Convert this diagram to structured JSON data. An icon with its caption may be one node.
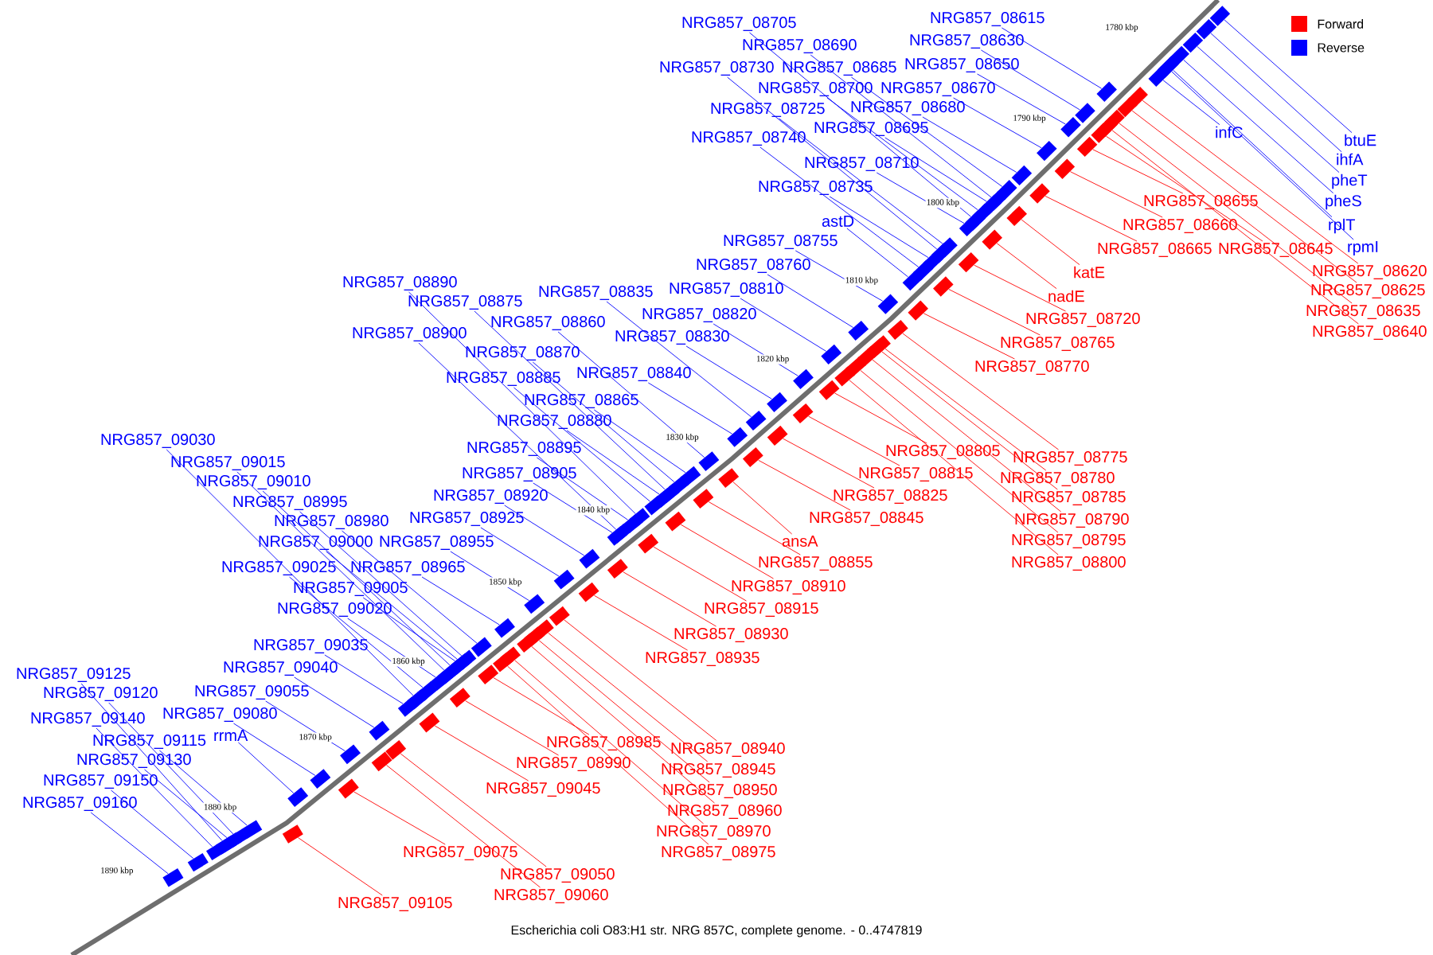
{
  "diagram": {
    "caption": "Escherichia coli O83:H1 str. NRG 857C, complete genome. - 0..4747819",
    "nodes": [
      {
        "text": [
          "NRG857_08615"
        ]
      },
      {
        "text": [
          "NRG857_08705"
        ]
      },
      {
        "text": [
          "NRG857_08690"
        ]
      },
      {
        "text": [
          "NRG857_08630"
        ]
      },
      {
        "text": [
          "NRG857_08730"
        ]
      },
      {
        "text": [
          "NRG857_08685"
        ]
      },
      {
        "text": [
          "NRG857_08650"
        ]
      },
      {
        "text": [
          "NRG857_08700"
        ]
      },
      {
        "text": [
          "NRG857_08670"
        ]
      },
      {
        "text": [
          "NRG857_08725"
        ]
      },
      {
        "text": [
          "NRG857_08680"
        ]
      },
      {
        "text": [
          "NRG857_08695"
        ]
      },
      {
        "text": [
          "NRG857_08740"
        ]
      },
      {
        "text": [
          "NRG857_08710"
        ]
      },
      {
        "text": [
          "NRG857_08735"
        ]
      },
      {
        "text": [
          "astD"
        ]
      },
      {
        "text": [
          "NRG857_08755"
        ]
      },
      {
        "text": [
          "NRG857_08760"
        ]
      },
      {
        "text": [
          "NRG857_08890"
        ]
      },
      {
        "text": [
          "NRG857_08810"
        ]
      },
      {
        "text": [
          "NRG857_08835"
        ]
      },
      {
        "text": [
          "NRG857_08875"
        ]
      },
      {
        "text": [
          "NRG857_08820"
        ]
      },
      {
        "text": [
          "NRG857_08860"
        ]
      },
      {
        "text": [
          "NRG857_08900"
        ]
      },
      {
        "text": [
          "NRG857_08830"
        ]
      },
      {
        "text": [
          "NRG857_08870"
        ]
      },
      {
        "text": [
          "NRG857_08840"
        ]
      },
      {
        "text": [
          "NRG857_08885"
        ]
      },
      {
        "text": [
          "NRG857_08865"
        ]
      },
      {
        "text": [
          "NRG857_08880"
        ]
      },
      {
        "text": [
          "NRG857_08895"
        ]
      },
      {
        "text": [
          "NRG857_08905"
        ]
      },
      {
        "text": [
          "NRG857_08920"
        ]
      },
      {
        "text": [
          "NRG857_08925"
        ]
      },
      {
        "text": [
          "NRG857_09030"
        ]
      },
      {
        "text": [
          "NRG857_09015"
        ]
      },
      {
        "text": [
          "NRG857_09010"
        ]
      },
      {
        "text": [
          "NRG857_08995"
        ]
      },
      {
        "text": [
          "NRG857_08980"
        ]
      },
      {
        "text": [
          "NRG857_09000"
        ]
      },
      {
        "text": [
          "NRG857_08955"
        ]
      },
      {
        "text": [
          "NRG857_09025"
        ]
      },
      {
        "text": [
          "NRG857_08965"
        ]
      },
      {
        "text": [
          "NRG857_09005"
        ]
      },
      {
        "text": [
          "NRG857_09020"
        ]
      },
      {
        "text": [
          "NRG857_09035"
        ]
      },
      {
        "text": [
          "NRG857_09040"
        ]
      },
      {
        "text": [
          "NRG857_09125"
        ]
      },
      {
        "text": [
          "NRG857_09120"
        ]
      },
      {
        "text": [
          "NRG857_09055"
        ]
      },
      {
        "text": [
          "NRG857_09140"
        ]
      },
      {
        "text": [
          "NRG857_09080"
        ]
      },
      {
        "text": [
          "rrmA"
        ]
      },
      {
        "text": [
          "NRG857_09115"
        ]
      },
      {
        "text": [
          "NRG857_09130"
        ]
      },
      {
        "text": [
          "NRG857_09150"
        ]
      },
      {
        "text": [
          "NRG857_09160"
        ]
      },
      {
        "text": [
          "infC"
        ]
      },
      {
        "text": [
          "btuE"
        ]
      },
      {
        "text": [
          "ihfA"
        ]
      },
      {
        "text": [
          "pheT"
        ]
      },
      {
        "text": [
          "pheS"
        ]
      },
      {
        "text": [
          "rplT"
        ]
      },
      {
        "text": [
          "rpmI"
        ]
      },
      {
        "text": [
          "NRG857_08655"
        ]
      },
      {
        "text": [
          "NRG857_08660"
        ]
      },
      {
        "text": [
          "NRG857_08665"
        ]
      },
      {
        "text": [
          "NRG857_08645"
        ]
      },
      {
        "text": [
          "katE"
        ]
      },
      {
        "text": [
          "NRG857_08620"
        ]
      },
      {
        "text": [
          "nadE"
        ]
      },
      {
        "text": [
          "NRG857_08625"
        ]
      },
      {
        "text": [
          "NRG857_08635"
        ]
      },
      {
        "text": [
          "NRG857_08720"
        ]
      },
      {
        "text": [
          "NRG857_08640"
        ]
      },
      {
        "text": [
          "NRG857_08765"
        ]
      },
      {
        "text": [
          "NRG857_08770"
        ]
      },
      {
        "text": [
          "NRG857_08805"
        ]
      },
      {
        "text": [
          "NRG857_08775"
        ]
      },
      {
        "text": [
          "NRG857_08815"
        ]
      },
      {
        "text": [
          "NRG857_08780"
        ]
      },
      {
        "text": [
          "NRG857_08825"
        ]
      },
      {
        "text": [
          "NRG857_08785"
        ]
      },
      {
        "text": [
          "NRG857_08845"
        ]
      },
      {
        "text": [
          "NRG857_08790"
        ]
      },
      {
        "text": [
          "ansA"
        ]
      },
      {
        "text": [
          "NRG857_08795"
        ]
      },
      {
        "text": [
          "NRG857_08855"
        ]
      },
      {
        "text": [
          "NRG857_08800"
        ]
      },
      {
        "text": [
          "NRG857_08910"
        ]
      },
      {
        "text": [
          "NRG857_08915"
        ]
      },
      {
        "text": [
          "NRG857_08930"
        ]
      },
      {
        "text": [
          "NRG857_08935"
        ]
      },
      {
        "text": [
          "NRG857_08985"
        ]
      },
      {
        "text": [
          "NRG857_08940"
        ]
      },
      {
        "text": [
          "NRG857_08990"
        ]
      },
      {
        "text": [
          "NRG857_08945"
        ]
      },
      {
        "text": [
          "NRG857_09045"
        ]
      },
      {
        "text": [
          "NRG857_08950"
        ]
      },
      {
        "text": [
          "NRG857_08960"
        ]
      },
      {
        "text": [
          "NRG857_08970"
        ]
      },
      {
        "text": [
          "NRG857_08975"
        ]
      },
      {
        "text": [
          "NRG857_09075"
        ]
      },
      {
        "text": [
          "NRG857_09050"
        ]
      },
      {
        "text": [
          "NRG857_09060"
        ]
      },
      {
        "text": [
          "NRG857_09105"
        ]
      },
      {
        "text": [],
        "shape": "box"
      },
      {
        "text": [],
        "shape": "box"
      },
      {
        "text": [],
        "shape": "box"
      },
      {
        "text": [],
        "shape": "box"
      },
      {
        "text": [],
        "shape": "box"
      },
      {
        "text": [],
        "shape": "box"
      },
      {
        "text": [],
        "shape": "box"
      },
      {
        "text": [],
        "shape": "box"
      },
      {
        "text": [],
        "shape": "box"
      },
      {
        "text": [],
        "shape": "box"
      },
      {
        "text": [],
        "shape": "box"
      },
      {
        "text": [],
        "shape": "box"
      },
      {
        "text": [],
        "shape": "box"
      },
      {
        "text": [],
        "shape": "box"
      },
      {
        "text": [],
        "shape": "box"
      },
      {
        "text": [],
        "shape": "box"
      },
      {
        "text": [],
        "shape": "box"
      },
      {
        "text": [],
        "shape": "box"
      },
      {
        "text": [],
        "shape": "box"
      },
      {
        "text": [],
        "shape": "box"
      },
      {
        "text": [],
        "shape": "box"
      },
      {
        "text": [],
        "shape": "box"
      },
      {
        "text": [],
        "shape": "box"
      },
      {
        "text": [],
        "shape": "box"
      },
      {
        "text": [],
        "shape": "box"
      },
      {
        "text": [],
        "shape": "box"
      },
      {
        "text": [],
        "shape": "box"
      },
      {
        "text": [],
        "shape": "box"
      },
      {
        "text": [],
        "shape": "box"
      },
      {
        "text": [],
        "shape": "box"
      },
      {
        "text": [],
        "shape": "box"
      },
      {
        "text": [],
        "shape": "box"
      },
      {
        "text": [],
        "shape": "box"
      },
      {
        "text": [],
        "shape": "box"
      },
      {
        "text": [],
        "shape": "box"
      },
      {
        "text": [],
        "shape": "box"
      },
      {
        "text": [],
        "shape": "box"
      },
      {
        "text": [],
        "shape": "box"
      },
      {
        "text": [],
        "shape": "box"
      },
      {
        "text": [],
        "shape": "box"
      },
      {
        "text": [],
        "shape": "box"
      },
      {
        "text": [],
        "shape": "box"
      },
      {
        "text": [],
        "shape": "box"
      },
      {
        "text": [],
        "shape": "box"
      },
      {
        "text": [],
        "shape": "box"
      },
      {
        "text": [],
        "shape": "box"
      },
      {
        "text": [],
        "shape": "box"
      },
      {
        "text": [],
        "shape": "box"
      },
      {
        "text": [],
        "shape": "box"
      },
      {
        "text": [],
        "shape": "box"
      },
      {
        "text": [],
        "shape": "box"
      },
      {
        "text": [],
        "shape": "box"
      },
      {
        "text": [],
        "shape": "box"
      },
      {
        "text": [],
        "shape": "box"
      },
      {
        "text": [],
        "shape": "box"
      },
      {
        "text": [],
        "shape": "box"
      },
      {
        "text": [],
        "shape": "box"
      },
      {
        "text": [],
        "shape": "box"
      },
      {
        "text": [],
        "shape": "box"
      },
      {
        "text": [],
        "shape": "box"
      },
      {
        "text": [],
        "shape": "box"
      },
      {
        "text": [],
        "shape": "box"
      },
      {
        "text": [],
        "shape": "box"
      },
      {
        "text": [],
        "shape": "box"
      },
      {
        "text": [],
        "shape": "box"
      },
      {
        "text": [],
        "shape": "box"
      },
      {
        "text": [],
        "shape": "box"
      },
      {
        "text": [],
        "shape": "box"
      },
      {
        "text": [],
        "shape": "box"
      },
      {
        "text": [],
        "shape": "box"
      },
      {
        "text": [],
        "shape": "box"
      },
      {
        "text": [],
        "shape": "box"
      },
      {
        "text": [],
        "shape": "box"
      },
      {
        "text": [],
        "shape": "box"
      },
      {
        "text": [],
        "shape": "box"
      },
      {
        "text": [],
        "shape": "box"
      },
      {
        "text": [],
        "shape": "box"
      },
      {
        "text": [],
        "shape": "box"
      },
      {
        "text": [],
        "shape": "box"
      },
      {
        "text": [],
        "shape": "box"
      },
      {
        "text": [],
        "shape": "box"
      },
      {
        "text": [],
        "shape": "box"
      },
      {
        "text": [],
        "shape": "box"
      },
      {
        "text": [],
        "shape": "box"
      },
      {
        "text": [],
        "shape": "box"
      },
      {
        "text": [],
        "shape": "box"
      },
      {
        "text": [],
        "shape": "box"
      },
      {
        "text": [],
        "shape": "box"
      },
      {
        "text": [],
        "shape": "box"
      },
      {
        "text": [],
        "shape": "box"
      },
      {
        "text": [],
        "shape": "box"
      },
      {
        "text": [],
        "shape": "box"
      },
      {
        "text": [],
        "shape": "box"
      },
      {
        "text": [],
        "shape": "box"
      },
      {
        "text": [],
        "shape": "box"
      },
      {
        "text": [],
        "shape": "box"
      },
      {
        "text": [],
        "shape": "box"
      },
      {
        "text": [],
        "shape": "box"
      },
      {
        "text": [],
        "shape": "box"
      },
      {
        "text": [],
        "shape": "box"
      },
      {
        "text": [],
        "shape": "box"
      },
      {
        "text": [],
        "shape": "box"
      },
      {
        "text": [],
        "shape": "box"
      },
      {
        "text": [],
        "shape": "box"
      },
      {
        "text": [],
        "shape": "box"
      },
      {
        "text": [],
        "shape": "box"
      },
      {
        "text": [],
        "shape": "box"
      }
    ],
    "edges": [
      {
        "from": 0,
        "to": 107,
        "arrow": "none"
      },
      {
        "from": 1,
        "to": 108,
        "arrow": "none"
      },
      {
        "from": 2,
        "to": 109,
        "arrow": "none"
      },
      {
        "from": 3,
        "to": 110,
        "arrow": "none"
      },
      {
        "from": 4,
        "to": 111,
        "arrow": "none"
      },
      {
        "from": 5,
        "to": 112,
        "arrow": "none"
      },
      {
        "from": 6,
        "to": 113,
        "arrow": "none"
      },
      {
        "from": 7,
        "to": 114,
        "arrow": "none"
      },
      {
        "from": 8,
        "to": 115,
        "arrow": "none"
      },
      {
        "from": 9,
        "to": 116,
        "arrow": "none"
      },
      {
        "from": 10,
        "to": 117,
        "arrow": "none"
      },
      {
        "from": 11,
        "to": 118,
        "arrow": "none"
      },
      {
        "from": 12,
        "to": 119,
        "arrow": "none"
      },
      {
        "from": 13,
        "to": 120,
        "arrow": "none"
      },
      {
        "from": 14,
        "to": 121,
        "arrow": "none"
      },
      {
        "from": 15,
        "to": 122,
        "arrow": "none"
      },
      {
        "from": 16,
        "to": 123,
        "arrow": "none"
      },
      {
        "from": 17,
        "to": 124,
        "arrow": "none"
      },
      {
        "from": 18,
        "to": 125,
        "arrow": "none"
      },
      {
        "from": 19,
        "to": 126,
        "arrow": "none"
      },
      {
        "from": 20,
        "to": 127,
        "arrow": "none"
      },
      {
        "from": 21,
        "to": 128,
        "arrow": "none"
      },
      {
        "from": 22,
        "to": 129,
        "arrow": "none"
      },
      {
        "from": 23,
        "to": 130,
        "arrow": "none"
      },
      {
        "from": 24,
        "to": 131,
        "arrow": "none"
      },
      {
        "from": 25,
        "to": 132,
        "arrow": "none"
      },
      {
        "from": 26,
        "to": 133,
        "arrow": "none"
      },
      {
        "from": 27,
        "to": 134,
        "arrow": "none"
      },
      {
        "from": 28,
        "to": 135,
        "arrow": "none"
      },
      {
        "from": 29,
        "to": 136,
        "arrow": "none"
      },
      {
        "from": 30,
        "to": 137,
        "arrow": "none"
      },
      {
        "from": 31,
        "to": 138,
        "arrow": "none"
      },
      {
        "from": 32,
        "to": 139,
        "arrow": "none"
      },
      {
        "from": 33,
        "to": 140,
        "arrow": "none"
      },
      {
        "from": 34,
        "to": 141,
        "arrow": "none"
      },
      {
        "from": 35,
        "to": 142,
        "arrow": "none"
      },
      {
        "from": 36,
        "to": 143,
        "arrow": "none"
      },
      {
        "from": 37,
        "to": 144,
        "arrow": "none"
      },
      {
        "from": 38,
        "to": 145,
        "arrow": "none"
      },
      {
        "from": 39,
        "to": 146,
        "arrow": "none"
      },
      {
        "from": 40,
        "to": 147,
        "arrow": "none"
      },
      {
        "from": 41,
        "to": 148,
        "arrow": "none"
      },
      {
        "from": 42,
        "to": 149,
        "arrow": "none"
      },
      {
        "from": 43,
        "to": 150,
        "arrow": "none"
      },
      {
        "from": 44,
        "to": 151,
        "arrow": "none"
      },
      {
        "from": 45,
        "to": 152,
        "arrow": "none"
      },
      {
        "from": 46,
        "to": 153,
        "arrow": "none"
      },
      {
        "from": 47,
        "to": 154,
        "arrow": "none"
      },
      {
        "from": 48,
        "to": 155,
        "arrow": "none"
      },
      {
        "from": 49,
        "to": 156,
        "arrow": "none"
      },
      {
        "from": 50,
        "to": 157,
        "arrow": "none"
      },
      {
        "from": 51,
        "to": 158,
        "arrow": "none"
      },
      {
        "from": 52,
        "to": 159,
        "arrow": "none"
      },
      {
        "from": 53,
        "to": 160,
        "arrow": "none"
      },
      {
        "from": 54,
        "to": 161,
        "arrow": "none"
      },
      {
        "from": 55,
        "to": 162,
        "arrow": "none"
      },
      {
        "from": 56,
        "to": 163,
        "arrow": "none"
      },
      {
        "from": 57,
        "to": 164,
        "arrow": "none"
      },
      {
        "from": 58,
        "to": 165,
        "arrow": "none"
      },
      {
        "from": 59,
        "to": 166,
        "arrow": "none"
      },
      {
        "from": 60,
        "to": 167,
        "arrow": "none"
      },
      {
        "from": 61,
        "to": 168,
        "arrow": "none"
      },
      {
        "from": 62,
        "to": 169,
        "arrow": "none"
      },
      {
        "from": 63,
        "to": 170,
        "arrow": "none"
      },
      {
        "from": 64,
        "to": 171,
        "arrow": "none"
      },
      {
        "from": 65,
        "to": 172,
        "arrow": "none",
        "color": "#ff0000"
      },
      {
        "from": 66,
        "to": 173,
        "arrow": "none",
        "color": "#ff0000"
      },
      {
        "from": 67,
        "to": 174,
        "arrow": "none",
        "color": "#ff0000"
      },
      {
        "from": 68,
        "to": 175,
        "arrow": "none",
        "color": "#ff0000"
      },
      {
        "from": 69,
        "to": 176,
        "arrow": "none",
        "color": "#ff0000"
      },
      {
        "from": 70,
        "to": 177,
        "arrow": "none",
        "color": "#ff0000"
      },
      {
        "from": 71,
        "to": 178,
        "arrow": "none",
        "color": "#ff0000"
      },
      {
        "from": 72,
        "to": 179,
        "arrow": "none",
        "color": "#ff0000"
      },
      {
        "from": 73,
        "to": 180,
        "arrow": "none",
        "color": "#ff0000"
      },
      {
        "from": 74,
        "to": 181,
        "arrow": "none",
        "color": "#ff0000"
      },
      {
        "from": 75,
        "to": 182,
        "arrow": "none",
        "color": "#ff0000"
      },
      {
        "from": 76,
        "to": 183,
        "arrow": "none",
        "color": "#ff0000"
      },
      {
        "from": 77,
        "to": 184,
        "arrow": "none",
        "color": "#ff0000"
      },
      {
        "from": 78,
        "to": 185,
        "arrow": "none",
        "color": "#ff0000"
      },
      {
        "from": 79,
        "to": 186,
        "arrow": "none",
        "color": "#ff0000"
      },
      {
        "from": 80,
        "to": 187,
        "arrow": "none",
        "color": "#ff0000"
      },
      {
        "from": 81,
        "to": 188,
        "arrow": "none",
        "color": "#ff0000"
      },
      {
        "from": 82,
        "to": 189,
        "arrow": "none",
        "color": "#ff0000"
      },
      {
        "from": 83,
        "to": 190,
        "arrow": "none",
        "color": "#ff0000"
      },
      {
        "from": 84,
        "to": 191,
        "arrow": "none",
        "color": "#ff0000"
      },
      {
        "from": 85,
        "to": 192,
        "arrow": "none",
        "color": "#ff0000"
      },
      {
        "from": 86,
        "to": 193,
        "arrow": "none",
        "color": "#ff0000"
      },
      {
        "from": 87,
        "to": 194,
        "arrow": "none",
        "color": "#ff0000"
      },
      {
        "from": 88,
        "to": 195,
        "arrow": "none",
        "color": "#ff0000"
      },
      {
        "from": 89,
        "to": 196,
        "arrow": "none",
        "color": "#ff0000"
      },
      {
        "from": 90,
        "to": 197,
        "arrow": "none",
        "color": "#ff0000"
      },
      {
        "from": 91,
        "to": 198,
        "arrow": "none",
        "color": "#ff0000"
      },
      {
        "from": 92,
        "to": 199,
        "arrow": "none",
        "color": "#ff0000"
      },
      {
        "from": 93,
        "to": 200,
        "arrow": "none",
        "color": "#ff0000"
      },
      {
        "from": 94,
        "to": 201,
        "arrow": "none",
        "color": "#ff0000"
      },
      {
        "from": 95,
        "to": 202,
        "arrow": "none",
        "color": "#ff0000"
      },
      {
        "from": 96,
        "to": 203,
        "arrow": "none",
        "color": "#ff0000"
      },
      {
        "from": 97,
        "to": 204,
        "arrow": "none",
        "color": "#ff0000"
      },
      {
        "from": 98,
        "to": 205,
        "arrow": "none",
        "color": "#ff0000"
      },
      {
        "from": 99,
        "to": 206,
        "arrow": "none",
        "color": "#ff0000"
      },
      {
        "from": 100,
        "to": 207,
        "arrow": "none",
        "color": "#ff0000"
      },
      {
        "from": 101,
        "to": 208,
        "arrow": "none",
        "color": "#ff0000"
      },
      {
        "from": 102,
        "to": 209,
        "arrow": "none",
        "color": "#ff0000"
      },
      {
        "from": 103,
        "to": 210,
        "arrow": "none",
        "color": "#ff0000"
      },
      {
        "from": 104,
        "to": 211,
        "arrow": "none",
        "color": "#ff0000"
      },
      {
        "from": 105,
        "to": 212,
        "arrow": "none",
        "color": "#ff0000"
      },
      {
        "from": 106,
        "to": 213,
        "arrow": "none",
        "color": "#ff0000"
      }
    ],
    "labels": [
      "1780 kbp",
      "1790 kbp",
      "1800 kbp",
      "1810 kbp",
      "1820 kbp",
      "1830 kbp",
      "1840 kbp",
      "1850 kbp",
      "1860 kbp",
      "1870 kbp",
      "1880 kbp",
      "1890 kbp"
    ],
    "legend": [
      {
        "text": "Forward",
        "color": "#ff0000"
      },
      {
        "text": "Reverse",
        "color": "#0000ff"
      }
    ]
  }
}
